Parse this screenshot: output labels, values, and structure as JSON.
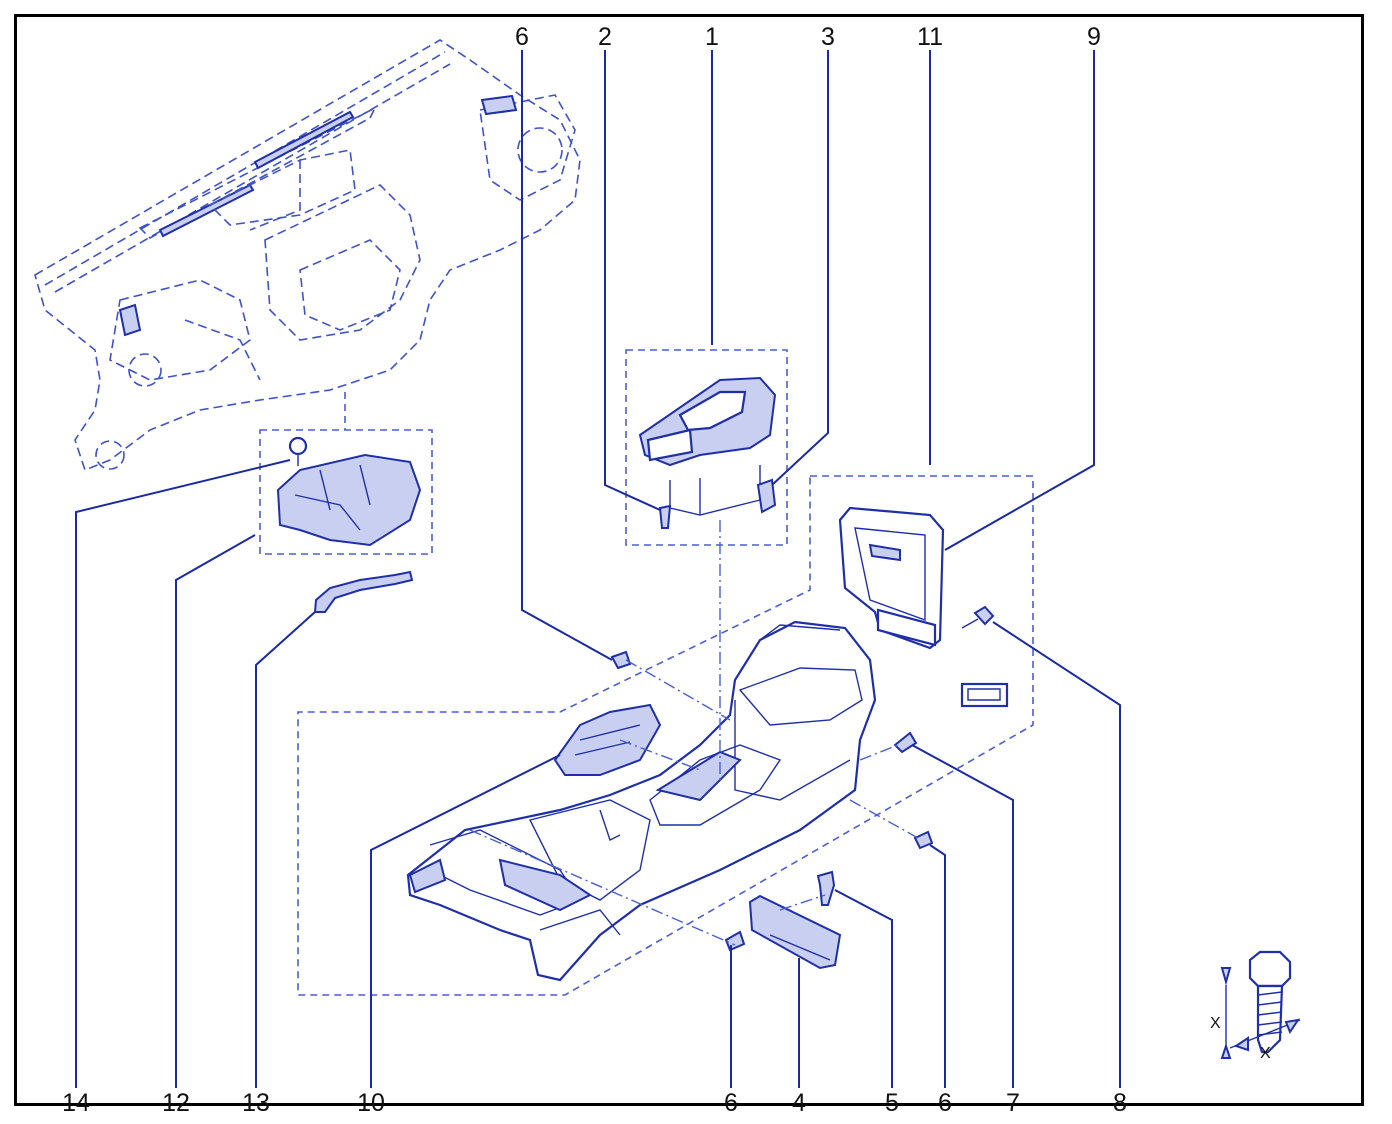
{
  "callouts": {
    "c1": "1",
    "c2": "2",
    "c3": "3",
    "c6top": "6",
    "c9": "9",
    "c11": "11",
    "c14": "14",
    "c12": "12",
    "c13": "13",
    "c10": "10",
    "c6a": "6",
    "c4": "4",
    "c5": "5",
    "c6b": "6",
    "c7": "7",
    "c8": "8"
  },
  "inset": {
    "x_label_1": "X",
    "x_label_2": "X"
  },
  "colors": {
    "line": "#1f2fa8",
    "dashed": "#4a5fd0",
    "text": "#111111",
    "border": "#000000"
  }
}
